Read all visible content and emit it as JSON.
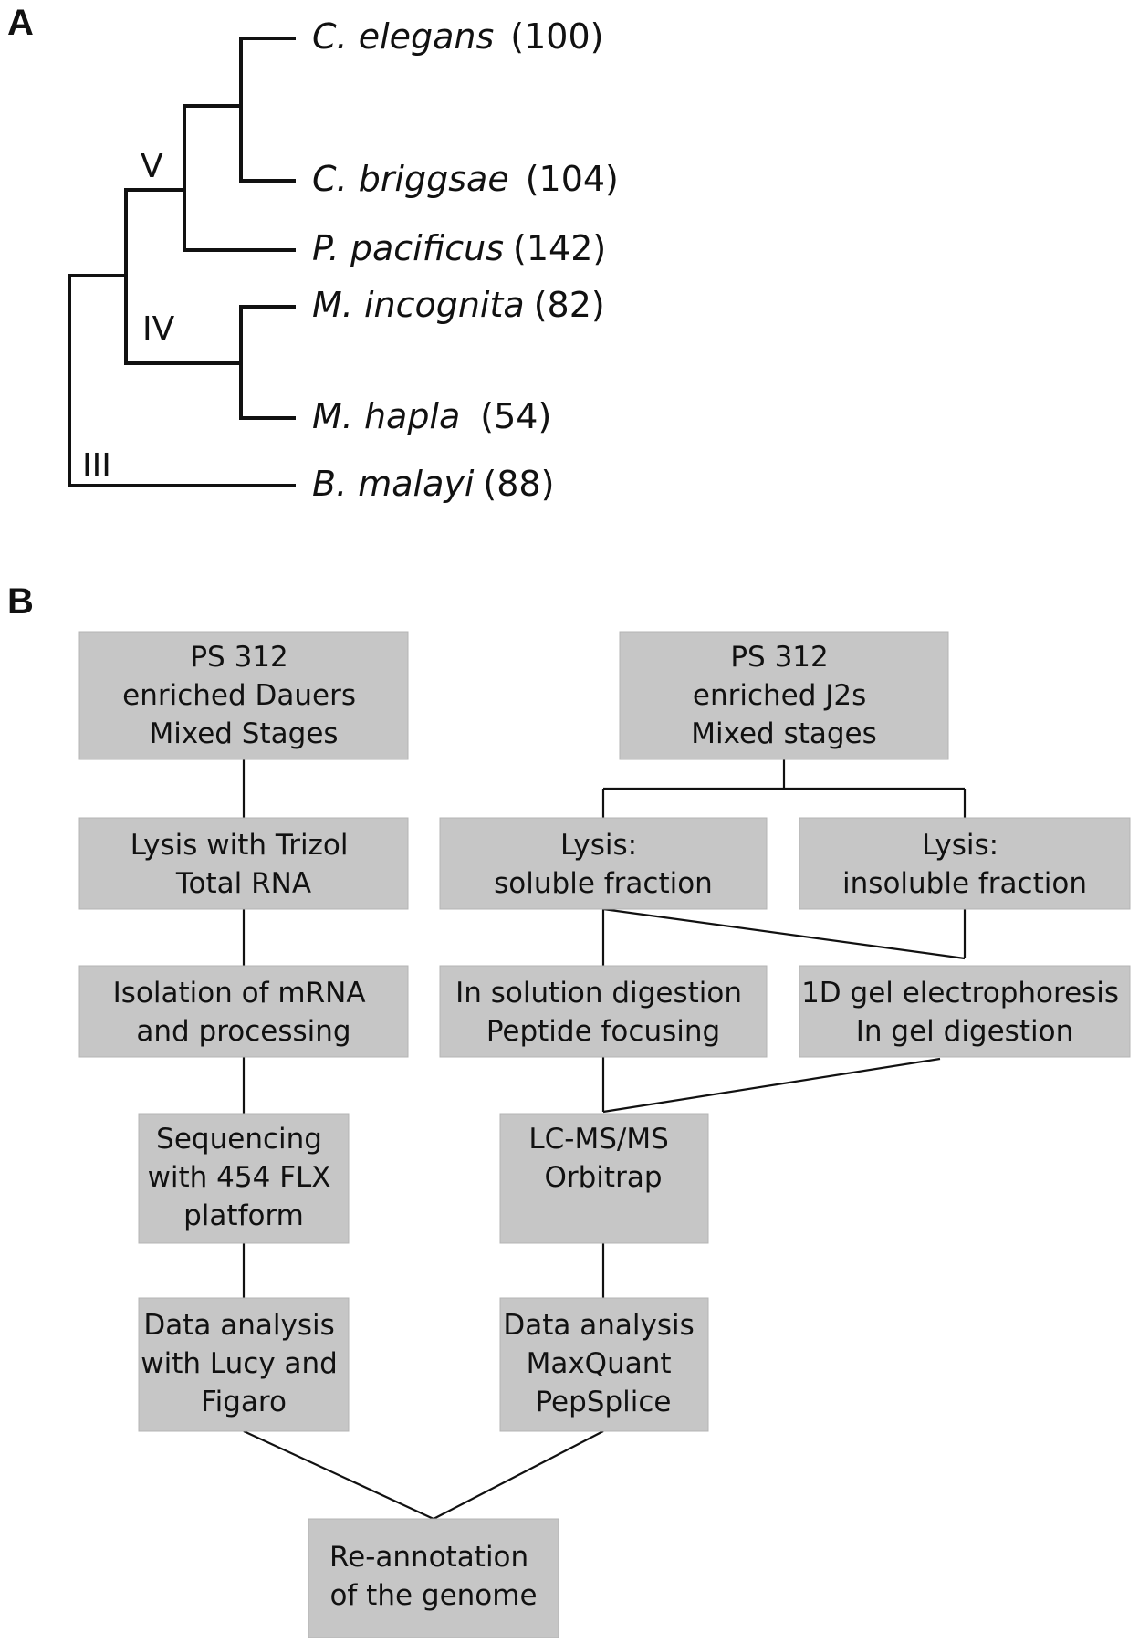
{
  "panel_a": {
    "label": "A",
    "clades": [
      "V",
      "IV",
      "III"
    ],
    "taxa": [
      {
        "genus": "C. elegans",
        "count": "(100)"
      },
      {
        "genus": "C. briggsae",
        "count": "(104)"
      },
      {
        "genus": "P. pacificus",
        "count": "(142)"
      },
      {
        "genus": "M. incognita",
        "count": "(82)"
      },
      {
        "genus": "M. hapla",
        "count": "(54)"
      },
      {
        "genus": "B. malayi",
        "count": "(88)"
      }
    ]
  },
  "panel_b": {
    "label": "B",
    "boxes": {
      "ps312_dauers": [
        "PS 312",
        "enriched Dauers",
        "Mixed Stages"
      ],
      "ps312_j2s": [
        "PS 312",
        "enriched J2s",
        "Mixed stages"
      ],
      "lysis_trizol": [
        "Lysis with Trizol",
        "Total RNA"
      ],
      "lysis_soluble": [
        "Lysis:",
        "soluble fraction"
      ],
      "lysis_insoluble": [
        "Lysis:",
        "insoluble fraction"
      ],
      "isolation_mrna": [
        "Isolation of mRNA",
        "and processing"
      ],
      "in_solution": [
        "In solution digestion",
        "Peptide focusing"
      ],
      "gel_electrophoresis": [
        "1D gel electrophoresis",
        "In gel digestion"
      ],
      "sequencing": [
        "Sequencing",
        "with 454 FLX",
        "platform"
      ],
      "lcms": [
        "LC-MS/MS",
        "Orbitrap"
      ],
      "data_lucy": [
        "Data analysis",
        "with Lucy and",
        "Figaro"
      ],
      "data_maxquant": [
        "Data analysis",
        "MaxQuant",
        "PepSplice"
      ],
      "reannotation": [
        "Re-annotation",
        "of the genome"
      ]
    }
  }
}
